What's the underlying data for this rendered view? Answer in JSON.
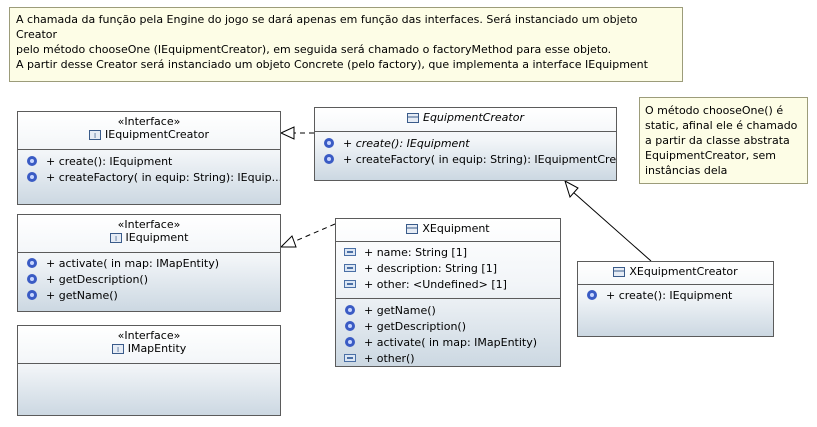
{
  "notes": {
    "top": {
      "line1": "A chamada da função pela Engine do jogo se dará apenas em função das interfaces. Será instanciado um objeto Creator",
      "line2": "pelo método chooseOne (IEquipmentCreator), em seguida será chamado o factoryMethod para esse objeto.",
      "line3": "A partir desse Creator será instanciado um objeto Concrete (pelo factory), que implementa a interface IEquipment"
    },
    "side": {
      "line1": "O método chooseOne() é",
      "line2": "static, afinal ele é chamado",
      "line3": "a partir da classe abstrata",
      "line4": "EquipmentCreator, sem",
      "line5": "instâncias dela"
    }
  },
  "classes": {
    "iequipmentcreator": {
      "stereotype": "«Interface»",
      "name": "IEquipmentCreator",
      "operations": [
        "+ create(): IEquipment",
        "+ createFactory(  in equip: String): IEquip..."
      ]
    },
    "equipmentcreator": {
      "name": "EquipmentCreator",
      "operations": [
        "+ create(): IEquipment",
        "+ createFactory(  in equip: String): IEquipmentCre..."
      ]
    },
    "iequipment": {
      "stereotype": "«Interface»",
      "name": "IEquipment",
      "operations": [
        "+ activate(  in map: IMapEntity)",
        "+ getDescription()",
        "+ getName()"
      ]
    },
    "xequipment": {
      "name": "XEquipment",
      "attributes": [
        "+ name: String [1]",
        "+ description: String [1]",
        "+ other: <Undefined> [1]"
      ],
      "operations": [
        "+ getName()",
        "+ getDescription()",
        "+ activate(  in map: IMapEntity)",
        "+ other()"
      ]
    },
    "xequipmentcreator": {
      "name": "XEquipmentCreator",
      "operations": [
        "+ create(): IEquipment"
      ]
    },
    "imapentity": {
      "stereotype": "«Interface»",
      "name": "IMapEntity"
    }
  },
  "colors": {
    "note_bg": "#fdfde6",
    "class_gradient_bottom": "#ccd8e2",
    "border": "#5b5b5b",
    "operation_icon": "#3a5bc4",
    "attribute_icon": "#4a6fa5"
  }
}
